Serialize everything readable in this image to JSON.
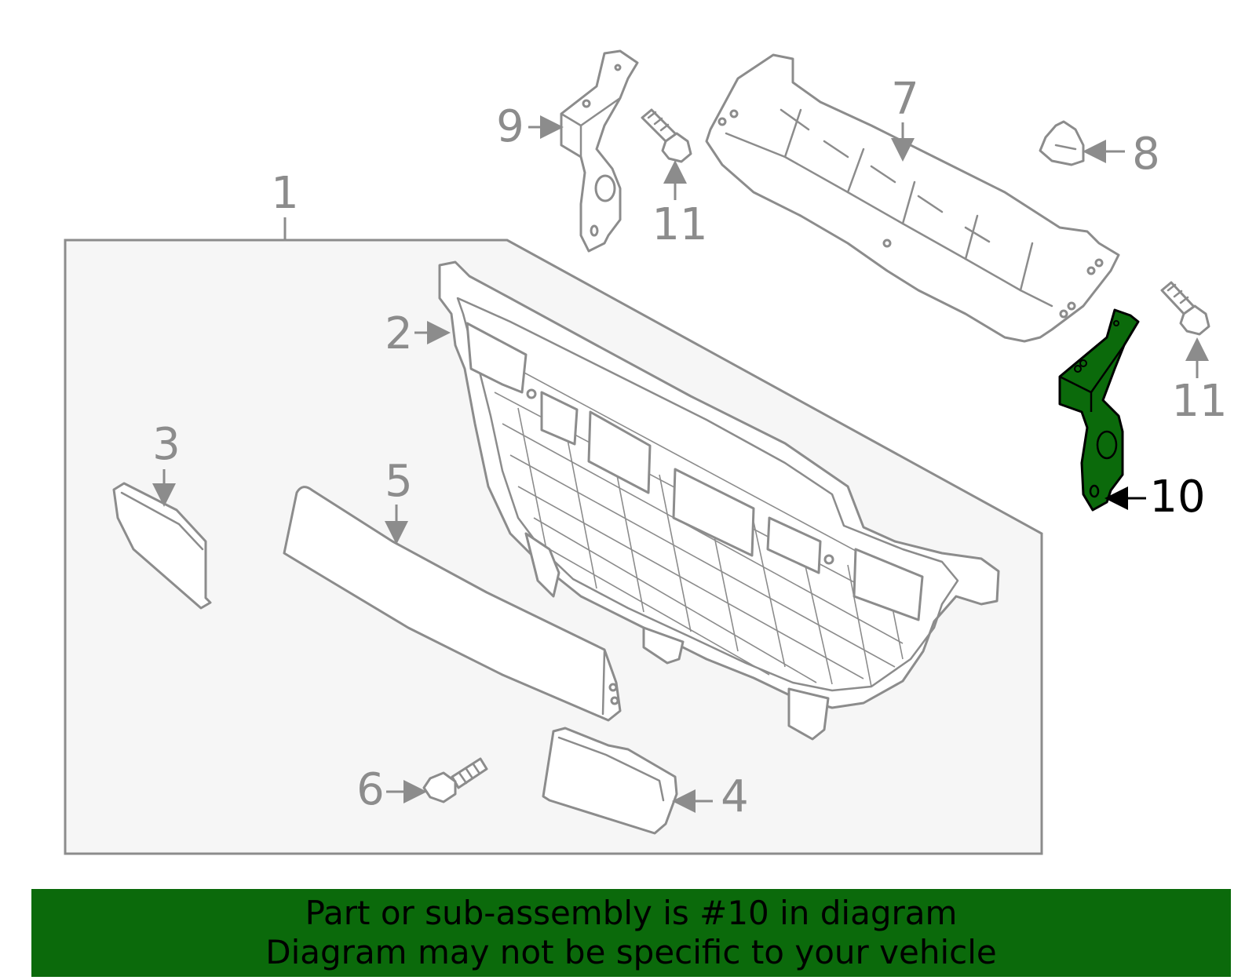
{
  "diagram": {
    "callouts": [
      {
        "id": "1",
        "label": "1"
      },
      {
        "id": "2",
        "label": "2"
      },
      {
        "id": "3",
        "label": "3"
      },
      {
        "id": "4",
        "label": "4"
      },
      {
        "id": "5",
        "label": "5"
      },
      {
        "id": "6",
        "label": "6"
      },
      {
        "id": "7",
        "label": "7"
      },
      {
        "id": "8",
        "label": "8"
      },
      {
        "id": "9",
        "label": "9"
      },
      {
        "id": "10",
        "label": "10",
        "highlighted": true
      },
      {
        "id": "11a",
        "label": "11"
      },
      {
        "id": "11b",
        "label": "11"
      }
    ],
    "highlight_color": "#0b6a0b",
    "line_color": "#8c8c8c"
  },
  "banner": {
    "line1": "Part or sub-assembly is #10 in diagram",
    "line2": "Diagram may not be specific to your vehicle"
  }
}
